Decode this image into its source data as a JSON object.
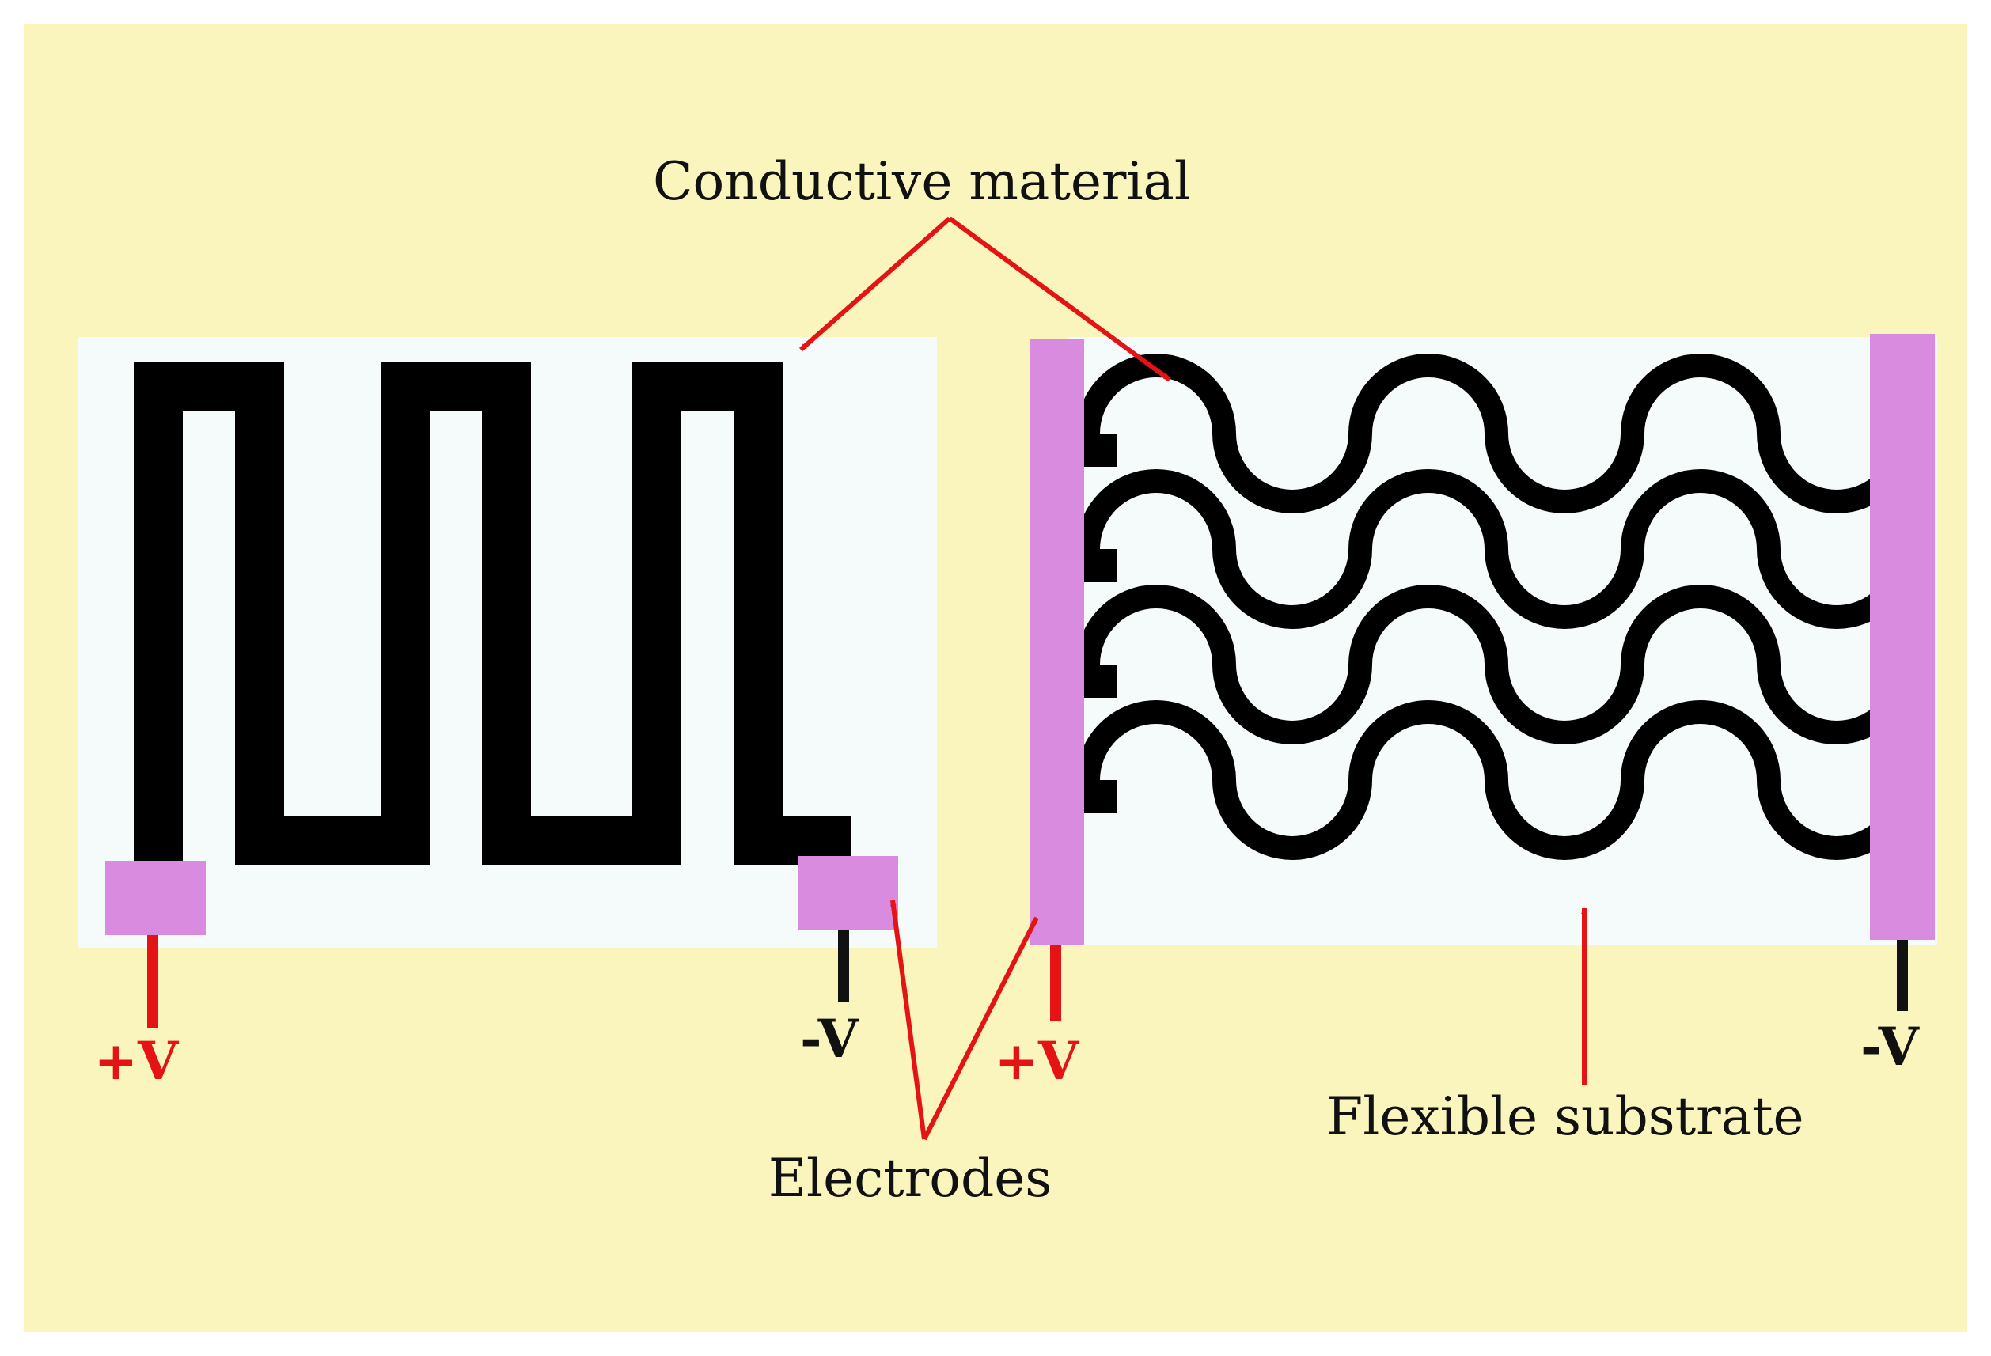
{
  "labels": {
    "conductive": "Conductive material",
    "electrodes": "Electrodes",
    "substrate": "Flexible substrate"
  },
  "terminals": {
    "left_plus": "+V",
    "left_minus": "-V",
    "right_plus": "+V",
    "right_minus": "-V"
  },
  "colors": {
    "background": "#faf5bd",
    "substrate": "#f5fafa",
    "conductor": "#000000",
    "electrode": "#d98be0",
    "arrow": "#e41414",
    "positive": "#e41414",
    "negative": "#111111"
  },
  "wave_rows": 4
}
